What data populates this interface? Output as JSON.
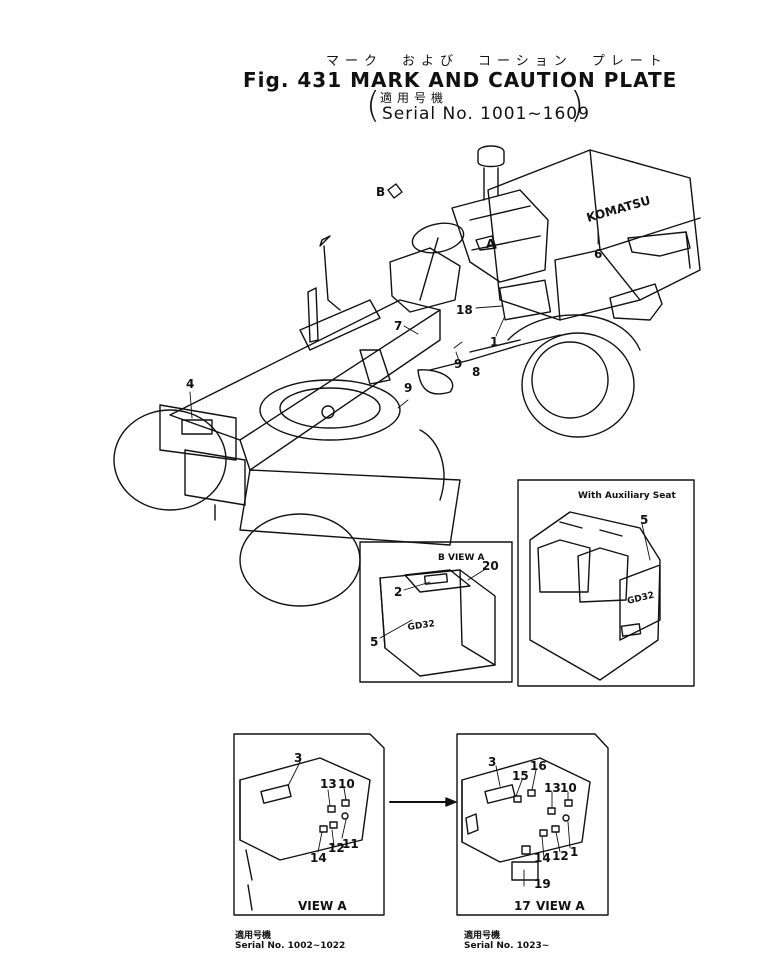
{
  "title": {
    "kana": "マーク　および　コーション　プレート",
    "main": "Fig. 431  MARK AND CAUTION PLATE",
    "kanji": "適用号機",
    "serial": "Serial No. 1001~1609"
  },
  "main_view": {
    "brand": "KOMATSU",
    "callouts": [
      "B",
      "A",
      "4",
      "6",
      "18",
      "1",
      "7",
      "8",
      "9",
      "9"
    ]
  },
  "inset_b": {
    "view_label": "B  VIEW  A",
    "model": "GD32",
    "callouts": [
      "20",
      "2",
      "5"
    ]
  },
  "inset_aux": {
    "label": "With Auxiliary Seat",
    "model": "GD32",
    "callouts": [
      "5"
    ]
  },
  "panel_left": {
    "callouts": [
      "3",
      "13",
      "10",
      "12",
      "11",
      "14"
    ],
    "view_label": "VIEW  A",
    "caption_kanji": "適用号機",
    "caption_serial": "Serial  No. 1002~1022"
  },
  "panel_right": {
    "callouts": [
      "3",
      "15",
      "16",
      "13",
      "10",
      "14",
      "12",
      "1",
      "19",
      "17"
    ],
    "view_label": "VIEW  A",
    "caption_kanji": "適用号機",
    "caption_serial": "Serial  No. 1023~"
  }
}
